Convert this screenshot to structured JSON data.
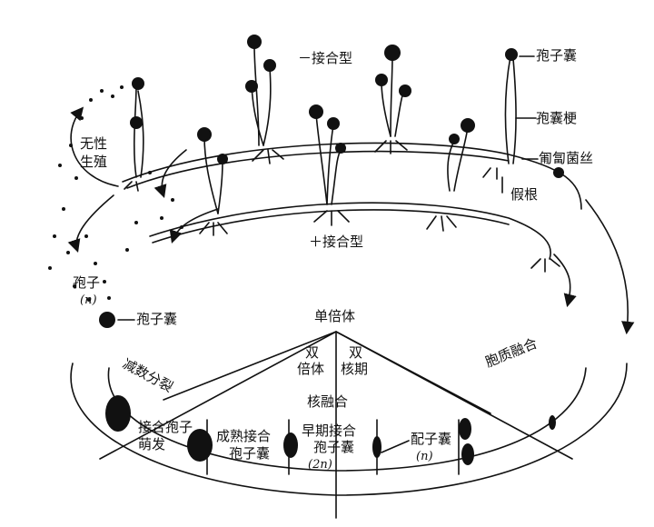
{
  "labels": {
    "minus_mating_type": "－接合型",
    "plus_mating_type": "＋接合型",
    "sporangium_top": "孢子囊",
    "sporangiophore": "孢囊梗",
    "stolon": "匍匐菌丝",
    "rhizoid": "假根",
    "asexual_line1": "无性",
    "asexual_line2": "生殖",
    "spore": "孢子",
    "spore_n": "(n)",
    "sporangium_left": "孢子囊",
    "haploid": "单倍体",
    "diploid_line1": "双",
    "diploid_line2": "倍体",
    "dikaryon_line1": "双",
    "dikaryon_line2": "核期",
    "plasmogamy": "胞质融合",
    "meiosis": "减数分裂",
    "karyogamy": "核融合",
    "zygospore_line1": "接合孢子",
    "zygospore_line2": "萌发",
    "mature_line1": "成熟接合",
    "mature_line2": "孢子囊",
    "early_line1": "早期接合",
    "early_line2": "孢子囊",
    "early_2n": "(2n)",
    "gametangium": "配子囊",
    "gametangium_n": "(n)"
  }
}
